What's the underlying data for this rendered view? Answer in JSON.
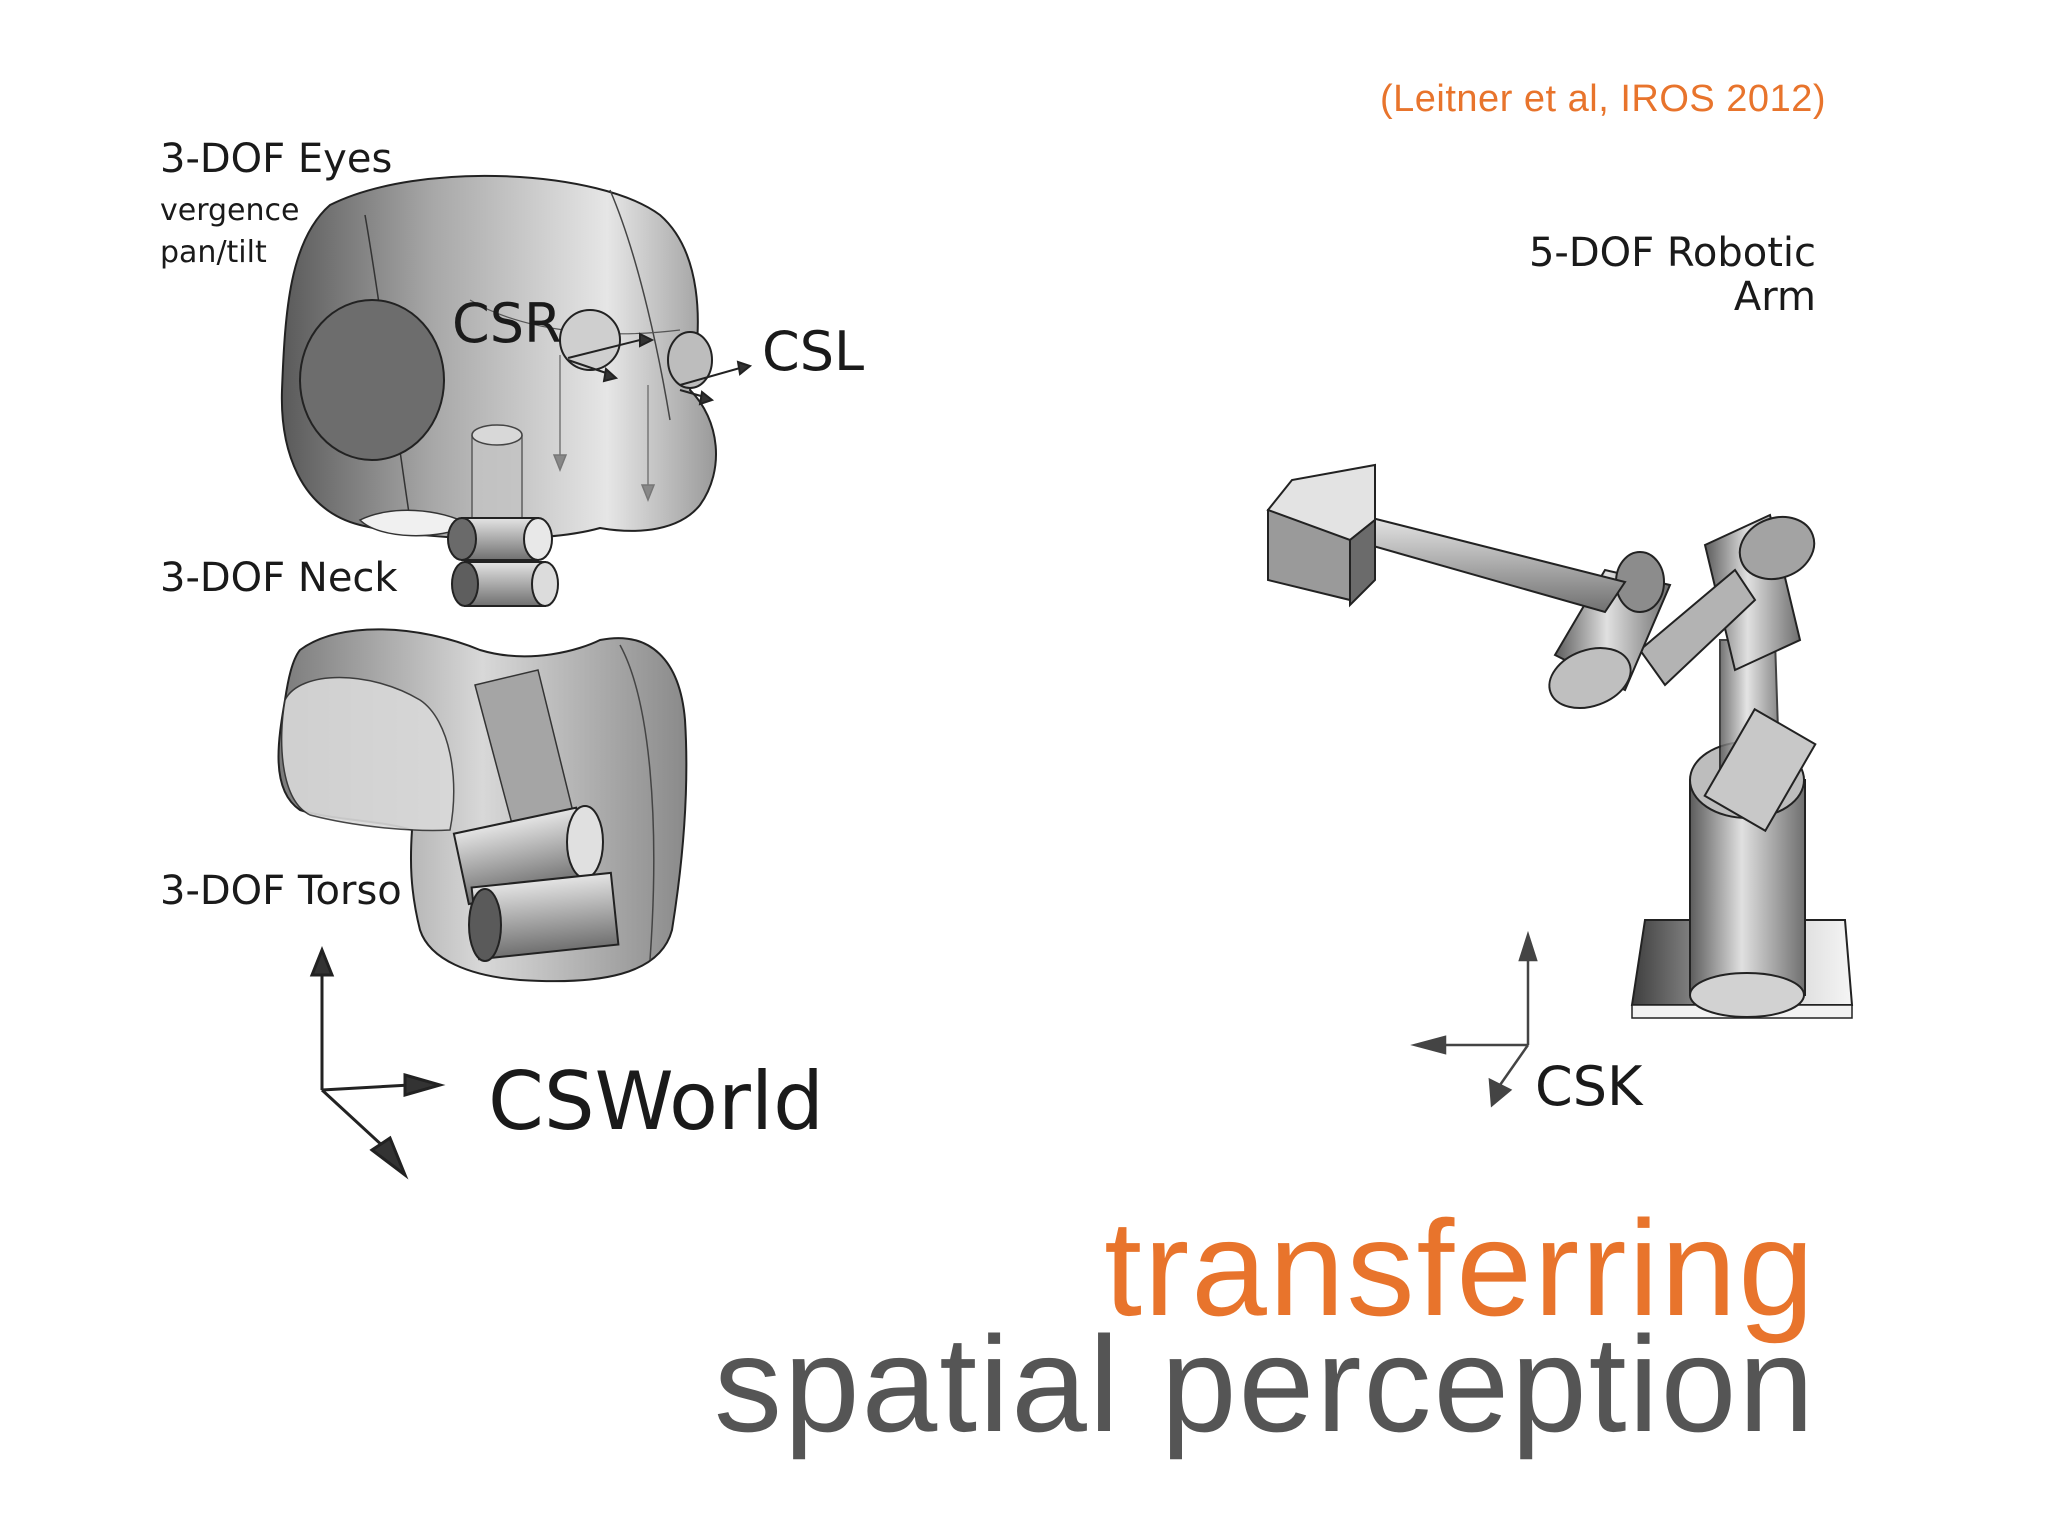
{
  "colors": {
    "accent": "#e8742c",
    "title_secondary": "#555555",
    "background": "#ffffff"
  },
  "citation": "(Leitner et al, IROS 2012)",
  "title": {
    "line1": "transferring",
    "line2": "spatial perception"
  },
  "robot_labels": {
    "eyes": "3-DOF Eyes",
    "eyes_sub1": "vergence",
    "eyes_sub2": "pan/tilt",
    "neck": "3-DOF Neck",
    "torso": "3-DOF Torso",
    "csr": "CSR",
    "csl": "CSL",
    "csworld": "CSWorld"
  },
  "arm_labels": {
    "title_line1": "5-DOF Robotic",
    "title_line2": "Arm",
    "csk": "CSK"
  }
}
